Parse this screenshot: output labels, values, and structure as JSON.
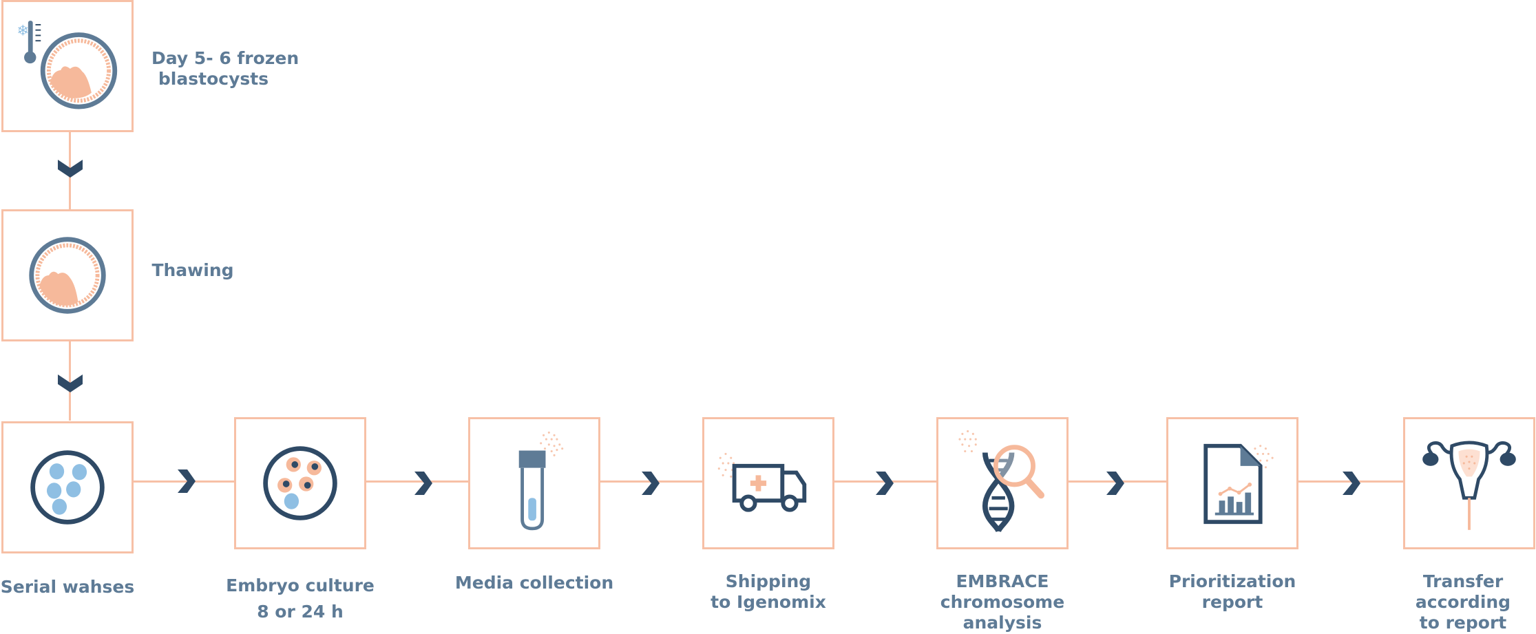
{
  "colors": {
    "box_border": "#f7c0a6",
    "navy": "#2f4a66",
    "steel": "#5e7b96",
    "peach": "#f6b99b",
    "light_blue": "#8fbfe3",
    "text": "#5e7b96"
  },
  "steps": [
    {
      "id": "frozen",
      "icon": "frozen-blastocyst-icon",
      "lines": [
        "Day 5- 6 frozen",
        "blastocysts"
      ]
    },
    {
      "id": "thawing",
      "icon": "blastocyst-icon",
      "lines": [
        "Thawing"
      ]
    },
    {
      "id": "washes",
      "icon": "dish-cells-icon",
      "lines": [
        "Serial wahses"
      ]
    },
    {
      "id": "culture",
      "icon": "embryo-culture-icon",
      "lines": [
        "Embryo culture",
        "8 or 24 h"
      ]
    },
    {
      "id": "media",
      "icon": "test-tube-icon",
      "lines": [
        "Media collection"
      ]
    },
    {
      "id": "shipping",
      "icon": "delivery-truck-icon",
      "lines": [
        "Shipping",
        "to Igenomix"
      ]
    },
    {
      "id": "embrace",
      "icon": "dna-magnifier-icon",
      "lines": [
        "EMBRACE",
        "chromosome",
        "analysis"
      ]
    },
    {
      "id": "report",
      "icon": "report-chart-icon",
      "lines": [
        "Prioritization",
        "report"
      ]
    },
    {
      "id": "transfer",
      "icon": "uterus-icon",
      "lines": [
        "Transfer",
        "according",
        "to report"
      ]
    }
  ]
}
